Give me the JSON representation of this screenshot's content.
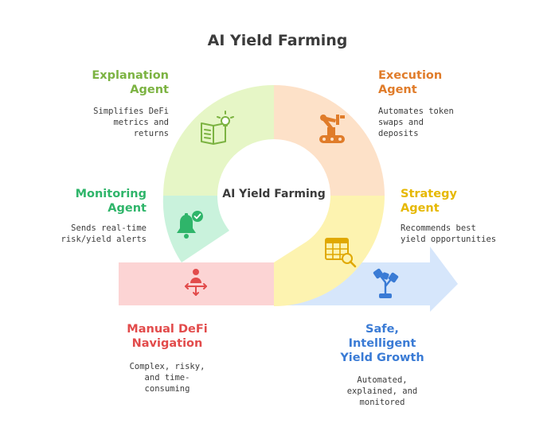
{
  "title": "AI Yield Farming",
  "center_label": "AI Yield Farming",
  "colors": {
    "explanation": "#7cb342",
    "execution": "#e07c2a",
    "strategy": "#e6b800",
    "monitoring": "#2fb56a",
    "manual": "#e24b4b",
    "safe": "#3a7bd5",
    "text": "#3b3b3b"
  },
  "agents": {
    "explanation": {
      "title": "Explanation\nAgent",
      "desc": "Simplifies DeFi\nmetrics and\nreturns",
      "icon": "book-lightbulb-icon"
    },
    "execution": {
      "title": "Execution\nAgent",
      "desc": "Automates token\nswaps and\ndeposits",
      "icon": "robot-arm-icon"
    },
    "strategy": {
      "title": "Strategy\nAgent",
      "desc": "Recommends best\nyield opportunities",
      "icon": "table-search-icon"
    },
    "monitoring": {
      "title": "Monitoring\nAgent",
      "desc": "Sends real-time\nrisk/yield alerts",
      "icon": "bell-check-icon"
    }
  },
  "manual": {
    "title": "Manual DeFi\nNavigation",
    "desc": "Complex, risky,\nand time-\nconsuming",
    "icon": "person-arrows-icon"
  },
  "safe": {
    "title": "Safe,\nIntelligent\nYield Growth",
    "desc": "Automated,\nexplained, and\nmonitored",
    "icon": "plant-growth-icon"
  }
}
